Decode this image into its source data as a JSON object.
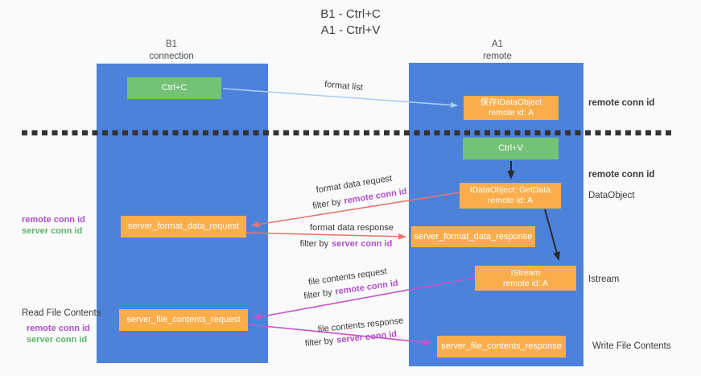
{
  "title": {
    "line1": "B1 - Ctrl+C",
    "line2": "A1 - Ctrl+V"
  },
  "lifelines": {
    "b1": {
      "name": "B1",
      "role": "connection"
    },
    "a1": {
      "name": "A1",
      "role": "remote"
    }
  },
  "boxes": {
    "ctrl_c": "Ctrl+C",
    "ctrl_v": "Ctrl+V",
    "save_idataobject": {
      "line1": "保存IDataObject",
      "line2": "remote id: A"
    },
    "getdata": {
      "line1": "IDataObject::GetData",
      "line2": "remote id: A"
    },
    "istream": {
      "line1": "IStream",
      "line2": "remote id: A"
    },
    "format_request": "server_format_data_request",
    "format_response": "server_format_data_response",
    "file_request": "server_file_contents_request",
    "file_response": "server_file_contents_response"
  },
  "flow_labels": {
    "format_list": "format list",
    "format_data_request": "format data request",
    "format_data_response": "format data response",
    "file_contents_request": "file contents request",
    "file_contents_response": "file contents response",
    "filter_by": "filter by",
    "remote_conn_id": "remote conn id",
    "server_conn_id": "server conn id"
  },
  "annotations": {
    "remote_conn_id": "remote conn id",
    "server_conn_id": "server conn id",
    "dataobject": "DataObject",
    "istream": "Istream",
    "read_file_contents": "Read File Contents",
    "write_file_contents": "Write File Contents"
  },
  "colors": {
    "lifeline_blue": "#4d82da",
    "box_green": "#74c276",
    "box_orange": "#f9ae4b",
    "arrow_light_blue": "#a9cef2",
    "arrow_black": "#2b2b2b",
    "arrow_red": "#e87673",
    "arrow_magenta": "#ca51ca",
    "conn_id_purple": "#b14fc9",
    "conn_id_green": "#5cb86a"
  }
}
